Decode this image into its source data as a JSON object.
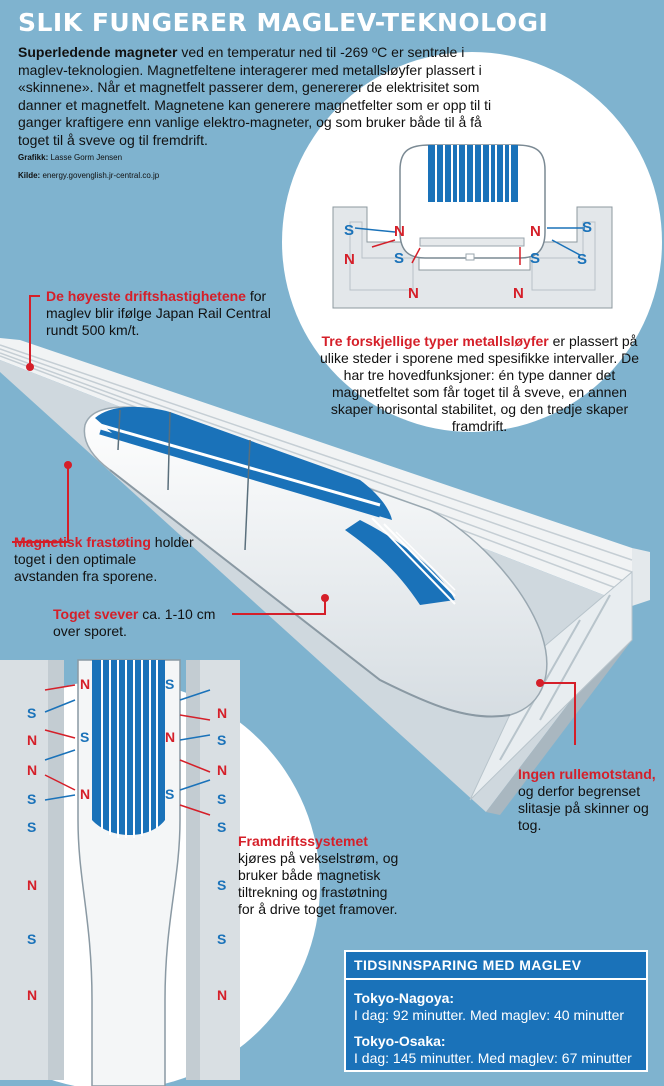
{
  "title": "SLIK FUNGERER MAGLEV-TEKNOLOGI",
  "intro": {
    "lead": "Superledende magneter",
    "text": " ved en temperatur ned til -269 ºC er sentrale i maglev-teknologien. Magnetfeltene interagerer med metallsløyfer plassert i «skinnene». Når et magnetfelt passerer dem, genererer de elektrisitet som danner et magnetfelt. Magnetene kan generere magnetfelter som er opp til ti ganger kraftigere enn vanlige elektro-magneter, og som bruker både til å få toget til å sveve og til fremdrift.",
    "graphics_label": "Grafikk:",
    "graphics_value": " Lasse Gorm Jensen",
    "source_label": "Kilde:",
    "source_value": " energy.govenglish.jr-central.co.jp"
  },
  "labels": {
    "speed": {
      "head": "De høyeste driftshastighetene",
      "body": " for maglev blir ifølge Japan Rail Central rundt 500 km/t."
    },
    "loops": {
      "head": "Tre forskjellige typer metallsløyfer",
      "body": " er plassert på ulike steder i sporene med spesifikke intervaller. De har tre hovedfunksjoner: én type danner det magnetfeltet som får toget til å sveve, en annen skaper horisontal stabilitet, og den tredje skaper framdrift."
    },
    "repulsion": {
      "head": "Magnetisk frastøting",
      "body": " holder toget i den optimale avstanden fra sporene."
    },
    "hover": {
      "head": "Toget svever",
      "body": " ca. 1-10 cm over sporet."
    },
    "friction": {
      "head": "Ingen rullemotstand,",
      "body": " og derfor begrenset slitasje på skinner og tog."
    },
    "propulsion": {
      "head": "Framdriftssystemet",
      "body": " kjøres på vekselstrøm, og bruker både magnetisk tiltrekning og frastøtning for å drive toget framover."
    }
  },
  "poles": {
    "north": "N",
    "south": "S"
  },
  "timebox": {
    "heading": "TIDSINNSPARING MED MAGLEV",
    "routes": [
      {
        "name": "Tokyo-Nagoya:",
        "detail": "I dag: 92 minutter. Med maglev: 40 minutter"
      },
      {
        "name": "Tokyo-Osaka:",
        "detail": "I dag: 145 minutter. Med maglev: 67 minutter"
      }
    ]
  },
  "colors": {
    "background": "#7fb3cf",
    "accent_red": "#d51f29",
    "train_blue": "#1a72b9"
  }
}
